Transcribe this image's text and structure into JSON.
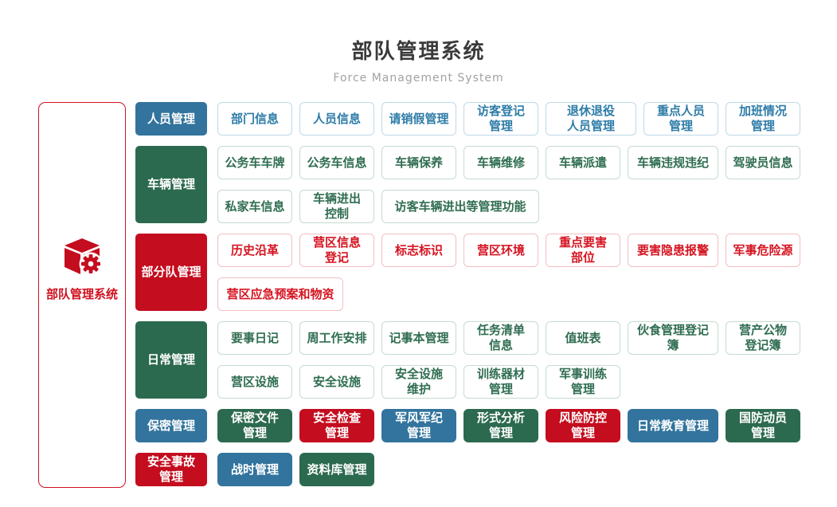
{
  "page": {
    "title": "部队管理系统",
    "subtitle": "Force Management System"
  },
  "root": {
    "label": "部队管理系统",
    "icon": "cube-gear-icon"
  },
  "colors": {
    "blue": "#32749d",
    "green": "#2c6a4f",
    "red": "#c40d1e"
  },
  "rows": [
    {
      "category": {
        "label": "人员管理",
        "color": "blue"
      },
      "variant": "outline",
      "color": "blue",
      "items": [
        {
          "label": "部门信息"
        },
        {
          "label": "人员信息"
        },
        {
          "label": "请销假管理"
        },
        {
          "label": "访客登记\n管理"
        },
        {
          "label": "退休退役\n人员管理",
          "size": "l"
        },
        {
          "label": "重点人员\n管理"
        },
        {
          "label": "加班情况\n管理"
        }
      ]
    },
    {
      "category": {
        "label": "车辆管理",
        "color": "green"
      },
      "variant": "outline",
      "color": "green",
      "items": [
        {
          "label": "公务车车牌"
        },
        {
          "label": "公务车信息"
        },
        {
          "label": "车辆保养"
        },
        {
          "label": "车辆维修"
        },
        {
          "label": "车辆派遣"
        },
        {
          "label": "车辆违规违纪",
          "size": "l"
        },
        {
          "label": "驾驶员信息"
        },
        {
          "label": "私家车信息"
        },
        {
          "label": "车辆进出\n控制"
        },
        {
          "label": "访客车辆进出等管理功能",
          "size": "xl"
        }
      ]
    },
    {
      "category": {
        "label": "部分队管理",
        "color": "red"
      },
      "variant": "outline",
      "color": "red",
      "items": [
        {
          "label": "历史沿革"
        },
        {
          "label": "营区信息\n登记"
        },
        {
          "label": "标志标识"
        },
        {
          "label": "营区环境"
        },
        {
          "label": "重点要害\n部位"
        },
        {
          "label": "要害隐患报警",
          "size": "l"
        },
        {
          "label": "军事危险源"
        },
        {
          "label": "营区应急预案和物资",
          "size": "xw"
        }
      ]
    },
    {
      "category": {
        "label": "日常管理",
        "color": "green"
      },
      "variant": "outline",
      "color": "green",
      "items": [
        {
          "label": "要事日记"
        },
        {
          "label": "周工作安排"
        },
        {
          "label": "记事本管理"
        },
        {
          "label": "任务清单\n信息"
        },
        {
          "label": "值班表"
        },
        {
          "label": "伙食管理登记簿",
          "size": "l"
        },
        {
          "label": "营产公物\n登记簿"
        },
        {
          "label": "营区设施"
        },
        {
          "label": "安全设施"
        },
        {
          "label": "安全设施\n维护"
        },
        {
          "label": "训练器材\n管理"
        },
        {
          "label": "军事训练\n管理"
        }
      ]
    },
    {
      "category": {
        "label": "保密管理",
        "color": "blue"
      },
      "variant": "solid",
      "items": [
        {
          "label": "保密文件\n管理",
          "color": "green"
        },
        {
          "label": "安全检查\n管理",
          "color": "red"
        },
        {
          "label": "军风军纪\n管理",
          "color": "blue"
        },
        {
          "label": "形式分析\n管理",
          "color": "green"
        },
        {
          "label": "风险防控\n管理",
          "color": "red"
        },
        {
          "label": "日常教育管理",
          "color": "blue",
          "size": "l"
        },
        {
          "label": "国防动员\n管理",
          "color": "green"
        }
      ]
    },
    {
      "category": {
        "label": "安全事故\n管理",
        "color": "red"
      },
      "variant": "solid",
      "items": [
        {
          "label": "战时管理",
          "color": "blue"
        },
        {
          "label": "资料库管理",
          "color": "green"
        }
      ]
    }
  ]
}
